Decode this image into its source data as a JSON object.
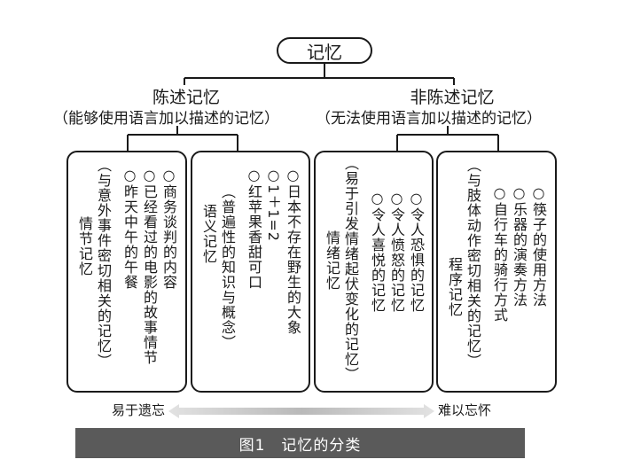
{
  "root": {
    "label": "记忆"
  },
  "branches": [
    {
      "title": "陈述记忆",
      "subtitle": "（能够使用语言加以描述的记忆）",
      "categories": [
        {
          "name": "情节记忆",
          "note": "（与意外事件密切相关的记忆）",
          "examples": [
            "○商务谈判的内容",
            "○已经看过的电影的故事情节",
            "○昨天中午的午餐"
          ]
        },
        {
          "name": "语义记忆",
          "note": "（普遍性的知识与概念）",
          "examples": [
            "○日本不存在野生的大象",
            "○1＋1=2",
            "○红苹果香甜可口"
          ]
        }
      ]
    },
    {
      "title": "非陈述记忆",
      "subtitle": "（无法使用语言加以描述的记忆）",
      "categories": [
        {
          "name": "情绪记忆",
          "note": "（易于引发情绪起伏变化的记忆）",
          "examples": [
            "○令人恐惧的记忆",
            "○令人愤怒的记忆",
            "○令人喜悦的记忆"
          ]
        },
        {
          "name": "程序记忆",
          "note": "（与肢体动作密切相关的记忆）",
          "examples": [
            "○筷子的使用方法",
            "○乐器的演奏方法",
            "○自行车的骑行方式"
          ]
        }
      ]
    }
  ],
  "scale": {
    "left_label": "易于遗忘",
    "right_label": "难以忘怀"
  },
  "caption": {
    "figure": "图1",
    "title": "记忆的分类"
  }
}
